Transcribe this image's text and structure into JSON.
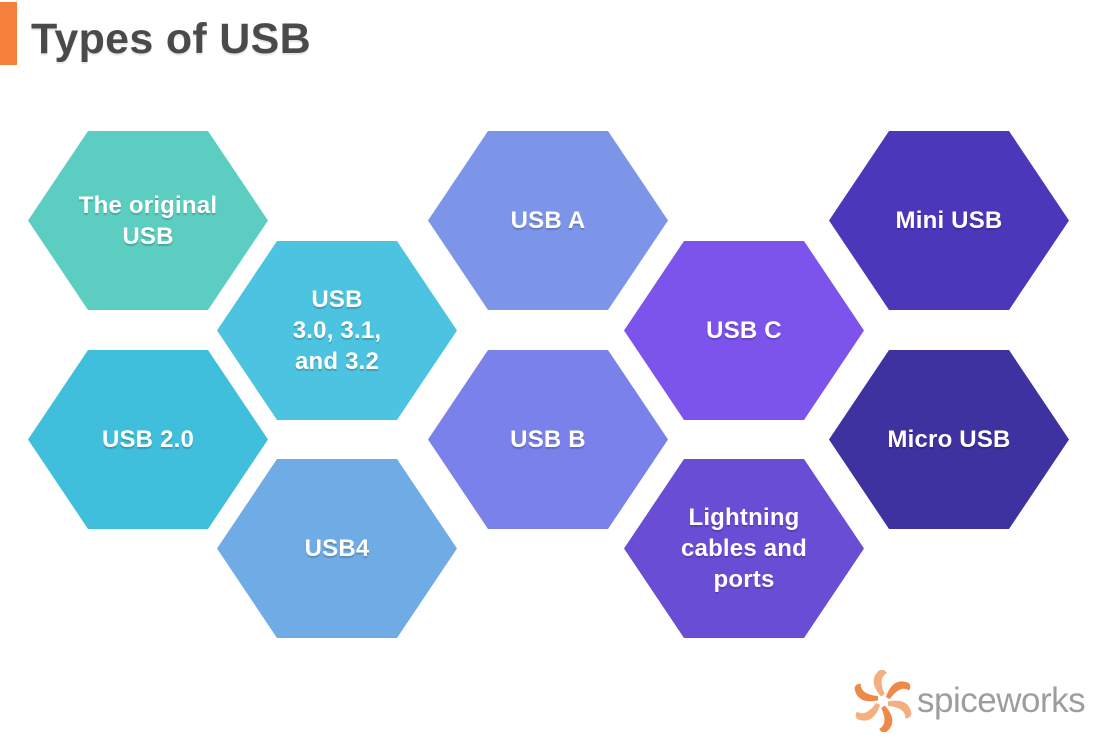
{
  "header": {
    "title": "Types of USB",
    "title_color": "#4A4A4A",
    "accent_color": "#F6813C"
  },
  "hexagons": [
    {
      "label": "The original\nUSB",
      "color": "#5BCDC1"
    },
    {
      "label": "USB\n3.0, 3.1,\nand 3.2",
      "color": "#4CC3E0"
    },
    {
      "label": "USB 2.0",
      "color": "#40BFDC"
    },
    {
      "label": "USB4",
      "color": "#6FABE5"
    },
    {
      "label": "USB A",
      "color": "#7C95E9"
    },
    {
      "label": "USB B",
      "color": "#7B81EB"
    },
    {
      "label": "USB C",
      "color": "#7C54EB"
    },
    {
      "label": "Lightning\ncables and\nports",
      "color": "#6A4DD5"
    },
    {
      "label": "Mini USB",
      "color": "#4B37BA"
    },
    {
      "label": "Micro USB",
      "color": "#3E31A0"
    }
  ],
  "footer": {
    "brand": "spiceworks",
    "brand_color": "#9D9D9D",
    "logo_icon": "spiceworks-pinwheel-icon",
    "logo_colors": [
      "#EE8A49",
      "#F5AF7E"
    ]
  }
}
